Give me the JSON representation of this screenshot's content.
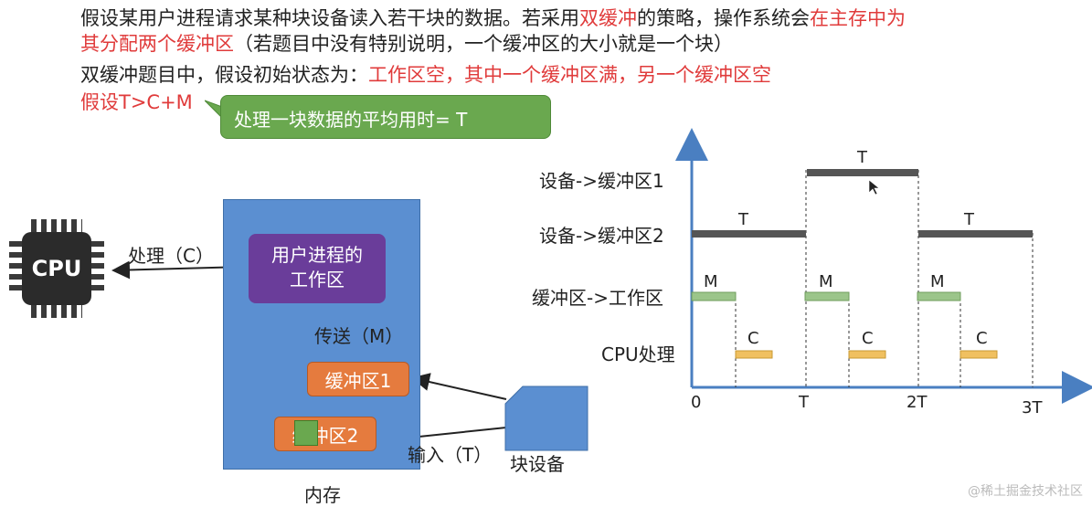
{
  "intro": {
    "line1_a": "假设某用户进程请求某种块设备读入若干块的数据。若采用",
    "line1_b": "双缓冲",
    "line1_c": "的策略，操作系统会",
    "line1_d": "在主存中为",
    "line2_a": "其分配两个缓冲区",
    "line2_b": "（若题目中没有特别说明，一个缓冲区的大小就是一个块）",
    "line3_a": "双缓冲题目中，假设初始状态为：",
    "line3_b": "工作区空，其中一个缓冲区满，另一个缓冲区空",
    "line4": "假设T>C+M"
  },
  "callout": {
    "text": "处理一块数据的平均用时= T"
  },
  "diagram": {
    "cpu_label": "CPU",
    "process_label": "处理（C）",
    "work_area": [
      "用户进程的",
      "工作区"
    ],
    "transfer_label": "传送（M）",
    "buffer1": "缓冲区1",
    "buffer2": "缓冲区2",
    "input_label": "输入（T）",
    "device_label": "块设备",
    "memory_label": "内存"
  },
  "timeline": {
    "rows": [
      "设备->缓冲区1",
      "设备->缓冲区2",
      "缓冲区->工作区",
      "CPU处理"
    ],
    "bar_labels": {
      "T": "T",
      "M": "M",
      "C": "C"
    },
    "x_ticks": [
      "0",
      "T",
      "2T",
      "3T"
    ]
  },
  "colors": {
    "red_text": "#e03b3b",
    "callout": "#6aa84f",
    "memory": "#5b8fd1",
    "work_area": "#6a3d9a",
    "buffer": "#e57b3e",
    "bar_T": "#555555",
    "bar_M": "#9bc58a",
    "bar_C": "#f0c060"
  },
  "watermark": "@稀土掘金技术社区"
}
